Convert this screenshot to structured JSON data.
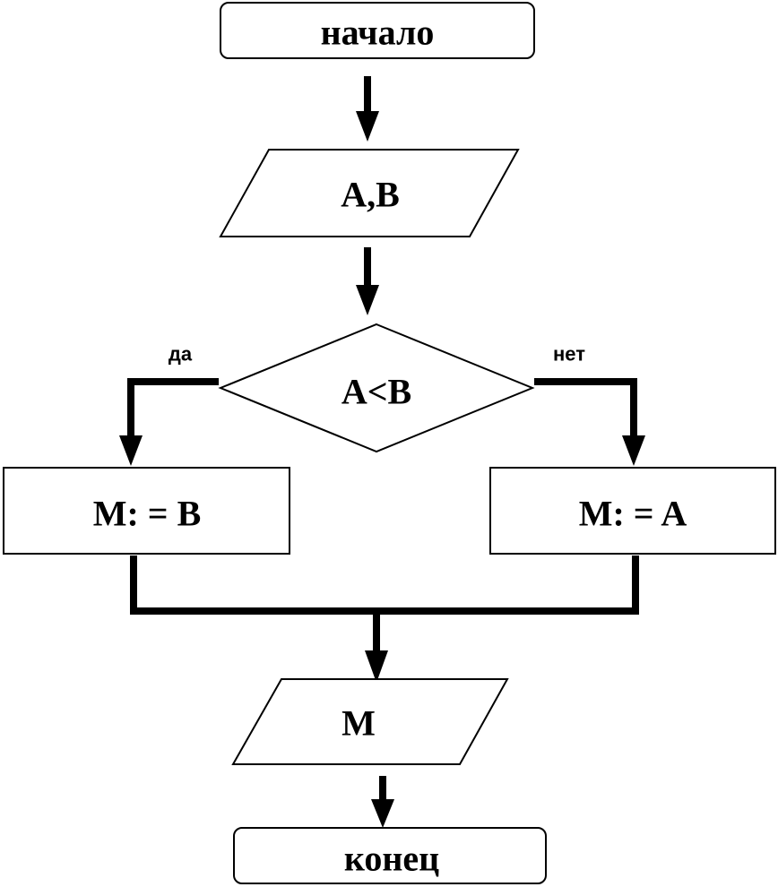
{
  "diagram": {
    "nodes": {
      "start": {
        "label": "начало",
        "shape": "rounded-rect"
      },
      "input": {
        "label": "A,B",
        "shape": "parallelogram"
      },
      "decision": {
        "label": "A<B",
        "shape": "diamond"
      },
      "assign_b": {
        "label": "M: = B",
        "shape": "rect"
      },
      "assign_a": {
        "label": "M: = A",
        "shape": "rect"
      },
      "output": {
        "label": "M",
        "shape": "parallelogram"
      },
      "end": {
        "label": "конец",
        "shape": "rounded-rect"
      }
    },
    "branches": {
      "yes_label": "да",
      "no_label": "нет"
    },
    "edges": [
      {
        "from": "start",
        "to": "input"
      },
      {
        "from": "input",
        "to": "decision"
      },
      {
        "from": "decision",
        "to": "assign_b",
        "label": "да"
      },
      {
        "from": "decision",
        "to": "assign_a",
        "label": "нет"
      },
      {
        "from": "assign_b",
        "to": "output"
      },
      {
        "from": "assign_a",
        "to": "output"
      },
      {
        "from": "output",
        "to": "end"
      }
    ]
  }
}
